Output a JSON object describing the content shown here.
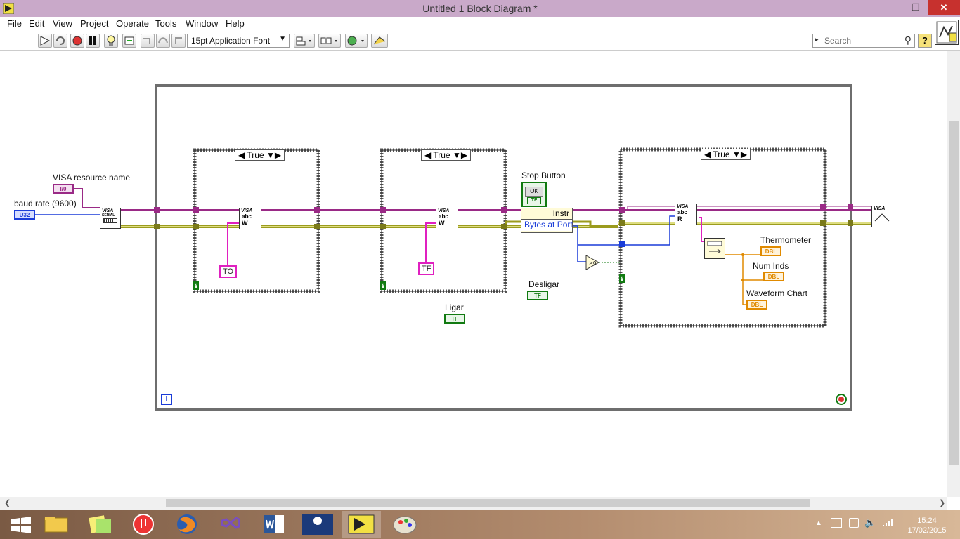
{
  "window": {
    "title": "Untitled 1 Block Diagram *"
  },
  "menu": [
    "File",
    "Edit",
    "View",
    "Project",
    "Operate",
    "Tools",
    "Window",
    "Help"
  ],
  "toolbar": {
    "font": "15pt Application Font",
    "search_placeholder": "Search",
    "help_label": "?"
  },
  "diagram": {
    "controls": {
      "visa_resource_label": "VISA resource name",
      "visa_resource_terminal": "I/0",
      "baud_rate_label": "baud rate (9600)",
      "baud_rate_terminal": "U32"
    },
    "case_structures": [
      {
        "selector": "True",
        "constant": "TO"
      },
      {
        "selector": "True",
        "constant": "TF"
      },
      {
        "selector": "True"
      }
    ],
    "property_node": {
      "class": "Instr",
      "property": "Bytes at Port"
    },
    "stop_button": {
      "label": "Stop Button",
      "text": "OK",
      "terminal": "TF"
    },
    "ligar": {
      "label": "Ligar",
      "terminal": "TF"
    },
    "desligar": {
      "label": "Desligar",
      "terminal": "TF"
    },
    "indicators": [
      {
        "label": "Thermometer",
        "terminal": "DBL"
      },
      {
        "label": "Num Inds",
        "terminal": "DBL"
      },
      {
        "label": "Waveform Chart",
        "terminal": "DBL"
      }
    ],
    "node_text": {
      "visa": "VISA",
      "serial": "SERIAL",
      "abc": "abc",
      "w": "W",
      "r": "R",
      "compare": ">0",
      "iteration": "i",
      "case_q": "?"
    }
  },
  "taskbar": {
    "time": "15:24",
    "date": "17/02/2015"
  },
  "colors": {
    "title_bar": "#c9a9c9",
    "loop_border": "#6e6e6e",
    "visa_wire": "#9a2a86",
    "error_wire": "#9b9b1e",
    "numeric_wire": "#1a3cd8",
    "bool_wire": "#117a11",
    "string_wire": "#e020c0",
    "dbl_wire": "#e08a00"
  }
}
